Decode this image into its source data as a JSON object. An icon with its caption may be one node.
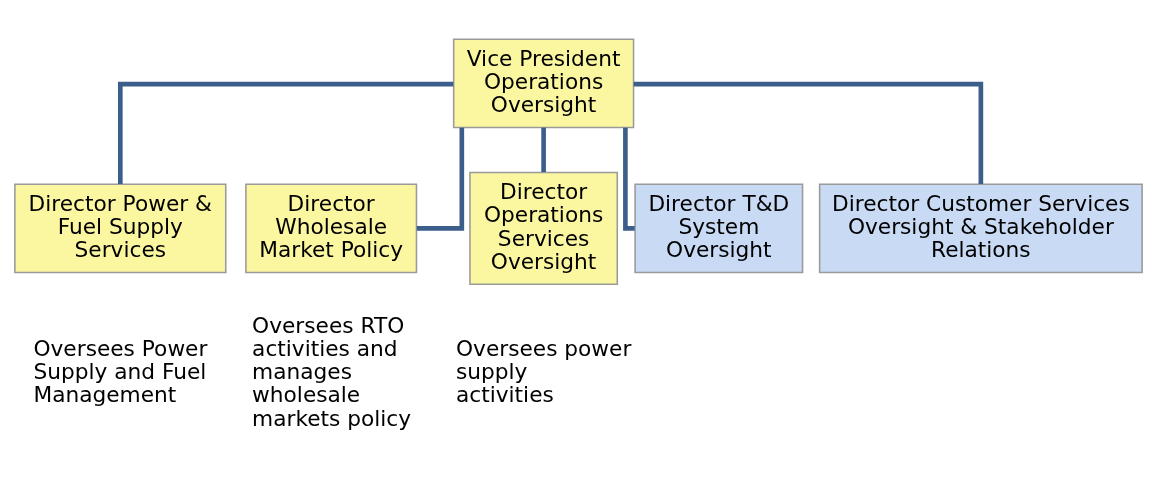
{
  "diagram": {
    "nodes": [
      {
        "text": [
          "Vice President Operations Oversight"
        ]
      },
      {
        "text": [
          "Director Power & Fuel Supply Services"
        ],
        "beside": [
          "Oversees Power Supply and Fuel Management"
        ]
      },
      {
        "text": [
          "Director Wholesale Market Policy"
        ],
        "beside": [
          "Oversees RTO activities and manages wholesale markets policy"
        ]
      },
      {
        "text": [
          "Director Operations Services Oversight"
        ],
        "beside": [
          "Oversees power supply activities"
        ]
      },
      {
        "text": [
          "Director T&D System Oversight"
        ]
      },
      {
        "text": [
          "Director Customer Services Oversight & Stakeholder Relations"
        ]
      }
    ],
    "edges": [
      {
        "from": 0,
        "to": 1,
        "arrow": "none"
      },
      {
        "from": 0,
        "to": 2,
        "arrow": "none"
      },
      {
        "from": 0,
        "to": 3,
        "arrow": "none"
      },
      {
        "from": 0,
        "to": 4,
        "arrow": "none"
      },
      {
        "from": 0,
        "to": 5,
        "arrow": "none"
      }
    ]
  }
}
